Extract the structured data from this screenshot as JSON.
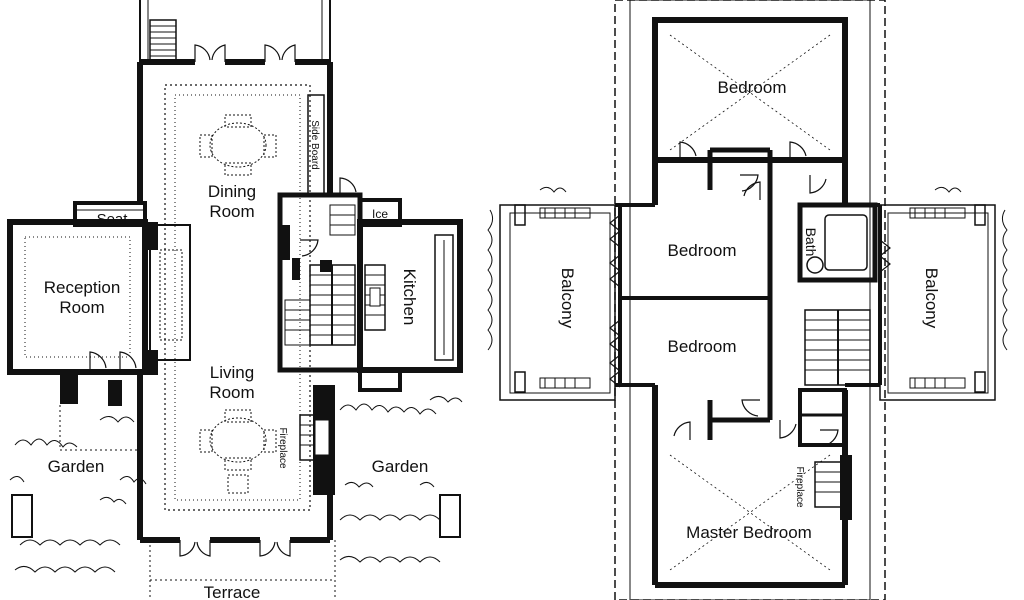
{
  "ground_floor": {
    "dining_room": [
      "Dining",
      "Room"
    ],
    "living_room": [
      "Living",
      "Room"
    ],
    "reception_room": [
      "Reception",
      "Room"
    ],
    "kitchen": "Kitchen",
    "seat": "Seat",
    "ice": "Ice",
    "side_board": "Side Board",
    "fireplace": "Fireplace",
    "garden_left": "Garden",
    "garden_right": "Garden",
    "terrace": "Terrace"
  },
  "upper_floor": {
    "bedroom_top": "Bedroom",
    "bedroom_middle": "Bedroom",
    "bedroom_lower": "Bedroom",
    "master_bedroom": "Master Bedroom",
    "bath": "Bath",
    "balcony_left": "Balcony",
    "balcony_right": "Balcony",
    "fireplace": "Fireplace"
  },
  "colors": {
    "ink": "#111111",
    "paper": "#ffffff",
    "hatch": "#555555"
  }
}
